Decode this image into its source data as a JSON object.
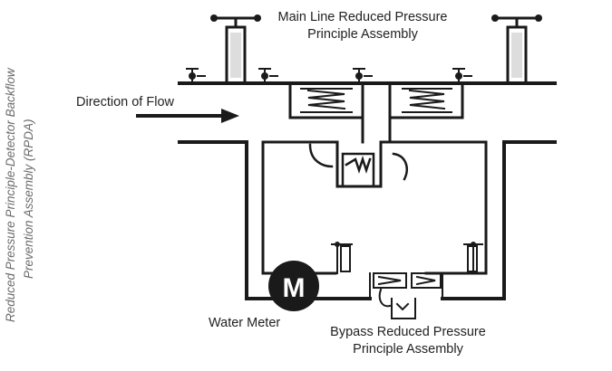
{
  "side_title": {
    "line1": "Reduced Pressure Principle-Detector Backflow",
    "line2": "Prevention Assembly (RPDA)"
  },
  "labels": {
    "main_line_1": "Main Line Reduced Pressure",
    "main_line_2": "Principle Assembly",
    "direction": "Direction of Flow",
    "meter": "Water Meter",
    "meter_symbol": "M",
    "bypass_1": "Bypass Reduced Pressure",
    "bypass_2": "Principle Assembly"
  },
  "colors": {
    "line": "#1a1a1a",
    "meter_fill": "#1a1a1a",
    "side_title": "#6a6a6a"
  }
}
